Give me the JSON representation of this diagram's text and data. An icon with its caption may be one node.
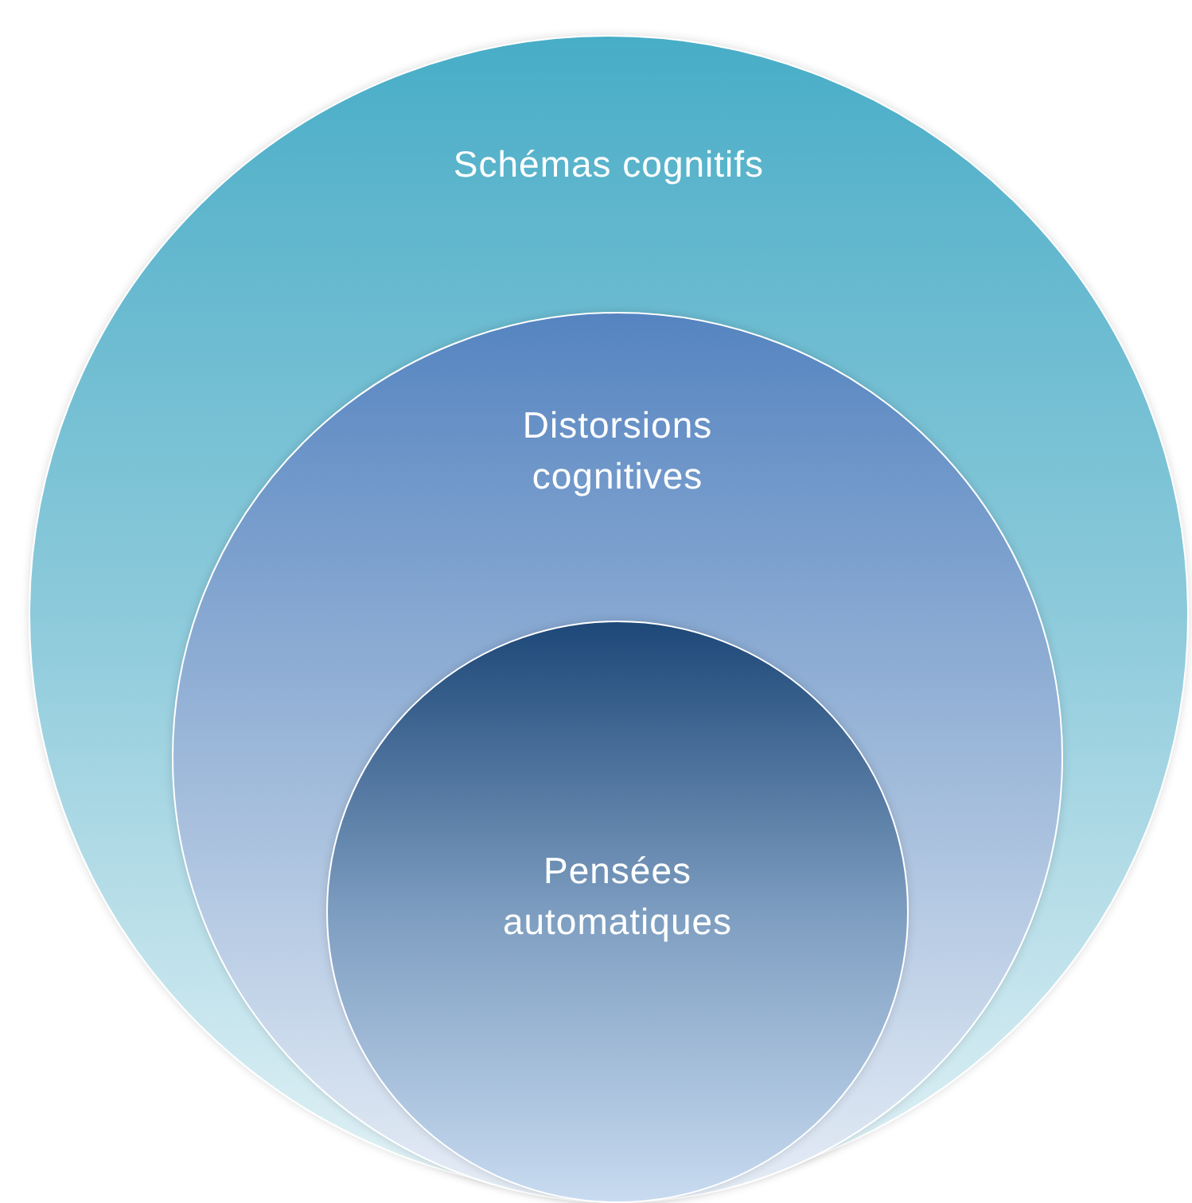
{
  "diagram": {
    "nodes": [
      {
        "text": [
          "Schémas cognitifs"
        ]
      },
      {
        "text": [
          "Distorsions cognitives"
        ],
        "in": 0
      },
      {
        "text": [
          "Pensées automatiques"
        ],
        "in": 1
      }
    ]
  }
}
